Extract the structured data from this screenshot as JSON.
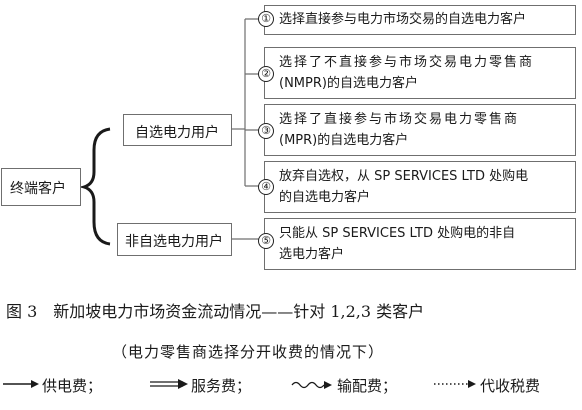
{
  "root": {
    "label": "终端客户"
  },
  "categories": [
    {
      "label": "自选电力用户"
    },
    {
      "label": "非自选电力用户"
    }
  ],
  "customers": [
    {
      "num": "①",
      "lines": [
        "选择直接参与电力市场交易的自选电力客户"
      ]
    },
    {
      "num": "②",
      "lines": [
        "选择了不直接参与市场交易电力零售商",
        "(NMPR)的自选电力客户"
      ]
    },
    {
      "num": "③",
      "lines": [
        "选择了直接参与市场交易电力零售商",
        "(MPR)的自选电力客户"
      ]
    },
    {
      "num": "④",
      "lines": [
        "放弃自选权，从 SP SERVICES LTD 处购电",
        "的自选电力客户"
      ]
    },
    {
      "num": "⑤",
      "lines": [
        "只能从 SP SERVICES LTD 处购电的非自",
        "选电力客户"
      ]
    }
  ],
  "caption": {
    "title": "图 3　新加坡电力市场资金流动情况——针对 1,2,3 类客户",
    "subtitle": "（电力零售商选择分开收费的情况下）"
  },
  "legend": [
    {
      "label": "供电费；"
    },
    {
      "label": "服务费；"
    },
    {
      "label": "输配费；"
    },
    {
      "label": "代收税费"
    }
  ]
}
